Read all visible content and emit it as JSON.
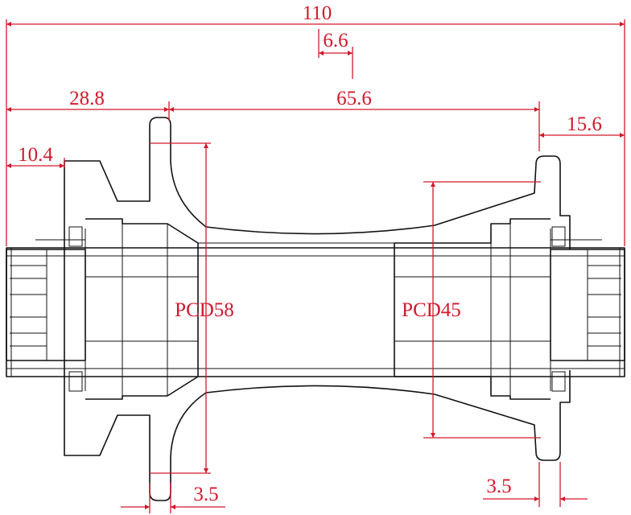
{
  "colors": {
    "dimension": "#d2182b",
    "outline": "#111111",
    "background": "#ffffff"
  },
  "dimensions": {
    "overall_width": "110",
    "offset_center": "6.6",
    "left_flange": "28.8",
    "flange_spacing": "65.6",
    "right_flange": "15.6",
    "left_shoulder": "10.4",
    "left_flange_thickness": "3.5",
    "right_flange_thickness": "3.5"
  },
  "pcd": {
    "left": "PCD58",
    "right": "PCD45"
  }
}
